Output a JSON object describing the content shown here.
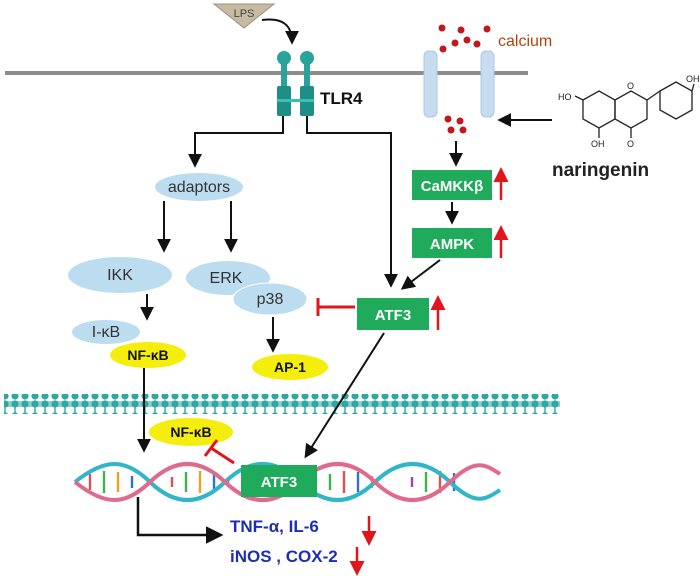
{
  "diagram": {
    "lps_label": "LPS",
    "receptor_label": "TLR4",
    "calcium_label": "calcium",
    "compound_label": "naringenin",
    "compound_ho_left": "HO",
    "compound_ho_right": "OH",
    "compound_oh_bottom": "OH",
    "compound_o_ring": "O",
    "compound_o_ketone": "O",
    "adaptors_label": "adaptors",
    "ikk_label": "IKK",
    "erk_label": "ERK",
    "p38_label": "p38",
    "ikb_label": "I-κB",
    "nfkb_label": "NF-κB",
    "ap1_label": "AP-1",
    "camkkb_label": "CaMKKβ",
    "ampk_label": "AMPK",
    "atf3_label": "ATF3",
    "nfkb_nuclear_label": "NF-κB",
    "atf3_dna_label": "ATF3",
    "output_line1": "TNF-α, IL-6",
    "output_line2": "iNOS , COX-2"
  },
  "colors": {
    "membrane": "#8c8c8c",
    "receptor": "#2aa39a",
    "channel": "#c8dcf0",
    "calcium": "#c0181c",
    "green_box": "#1faa5c",
    "blue_ellipse": "#bcdcf0",
    "yellow_ellipse": "#f5ee0c",
    "up_down_arrow": "#e0161c",
    "inhibit": "#e0161c",
    "output_text": "#1c2fb4",
    "nuclear_membrane": "#2fa7a0",
    "calcium_text": "#b5420e"
  },
  "icons": [
    "lps-triangle-icon",
    "tlr4-receptor-icon",
    "calcium-channel-icon",
    "naringenin-structure-icon",
    "dna-helix-icon"
  ]
}
